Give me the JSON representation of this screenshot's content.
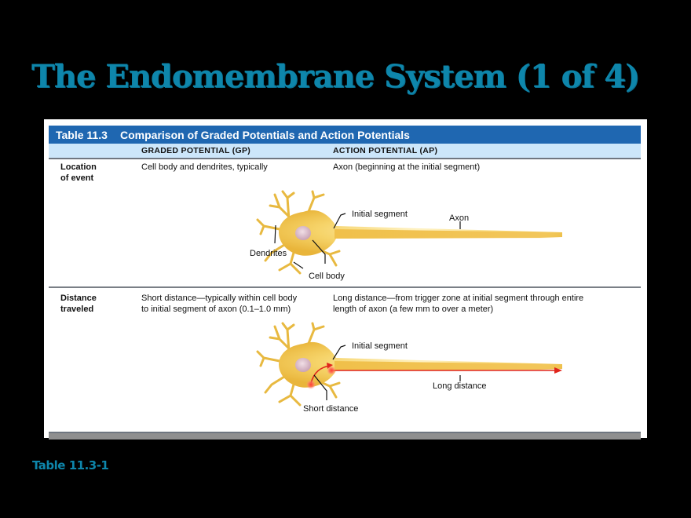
{
  "slide": {
    "title": "The Endomembrane System (1 of 4)",
    "footer": "Table 11.3-1"
  },
  "table": {
    "number": "Table 11.3",
    "caption": "Comparison of Graded Potentials and Action Potentials",
    "columns": [
      "",
      "GRADED POTENTIAL (GP)",
      "ACTION POTENTIAL (AP)"
    ],
    "rows": [
      {
        "label_line1": "Location",
        "label_line2": "of event",
        "gp": "Cell body and dendrites, typically",
        "ap": "Axon (beginning at the initial segment)",
        "diagram": {
          "labels": {
            "initial_segment": "Initial segment",
            "axon": "Axon",
            "dendrites": "Dendrites",
            "cell_body": "Cell body"
          }
        }
      },
      {
        "label_line1": "Distance",
        "label_line2": "traveled",
        "gp_line1": "Short distance—typically within cell body",
        "gp_line2": "to initial segment of axon (0.1–1.0 mm)",
        "ap_line1": "Long distance—from trigger zone at initial segment through entire",
        "ap_line2": "length of axon (a few mm to over a meter)",
        "diagram": {
          "labels": {
            "initial_segment": "Initial segment",
            "long_distance": "Long distance",
            "short_distance": "Short distance"
          }
        }
      }
    ]
  },
  "colors": {
    "title": "#0e86ab",
    "table_header": "#1f67b1",
    "column_header": "#cce6fa",
    "neuron": "#f2c24a",
    "signal": "#e0241b"
  }
}
